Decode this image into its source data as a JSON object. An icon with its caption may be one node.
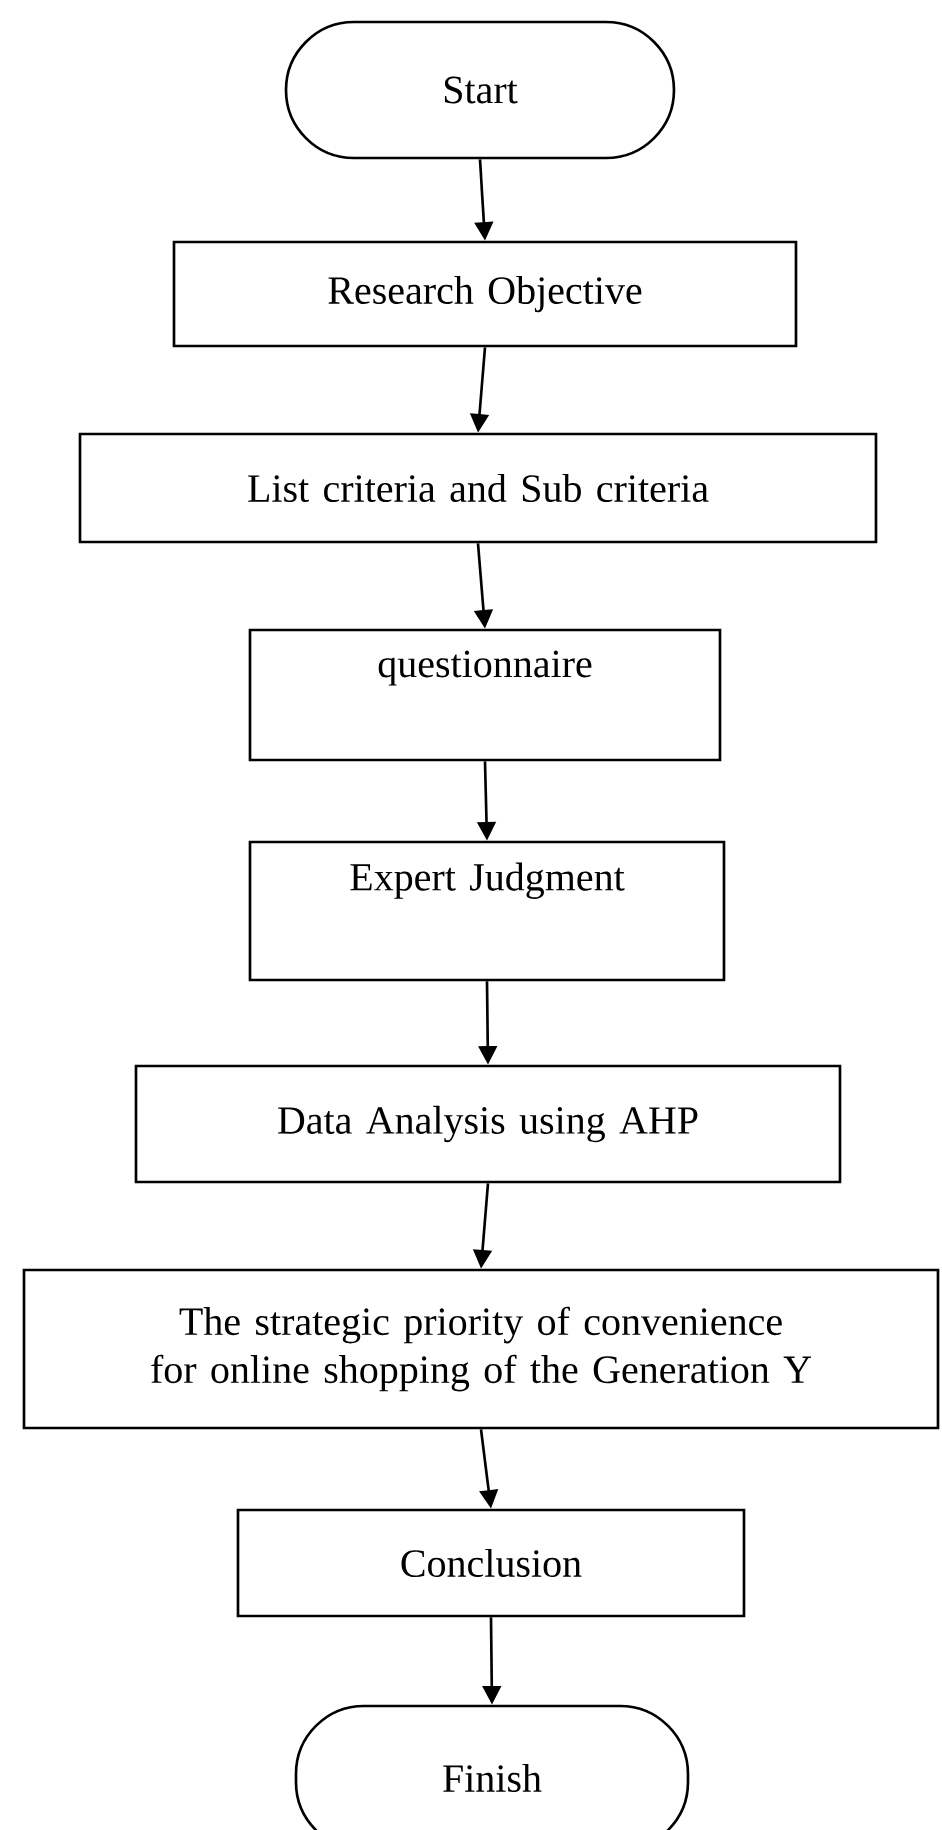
{
  "diagram": {
    "nodes": [
      {
        "text": [
          "Start"
        ]
      },
      {
        "text": [
          "Research Objective"
        ]
      },
      {
        "text": [
          "List criteria and Sub criteria"
        ]
      },
      {
        "text": [
          "questionnaire"
        ]
      },
      {
        "text": [
          "Expert Judgment"
        ]
      },
      {
        "text": [
          "Data Analysis using AHP"
        ]
      },
      {
        "text": [
          "The strategic priority of convenience for online shopping of the Generation Y"
        ]
      },
      {
        "text": [
          "Conclusion"
        ]
      },
      {
        "text": [
          "Finish"
        ]
      }
    ],
    "edges": [
      {
        "from": 0,
        "to": 1,
        "arrow": "to"
      },
      {
        "from": 1,
        "to": 2,
        "arrow": "to"
      },
      {
        "from": 2,
        "to": 3,
        "arrow": "to"
      },
      {
        "from": 3,
        "to": 4,
        "arrow": "to"
      },
      {
        "from": 4,
        "to": 5,
        "arrow": "to"
      },
      {
        "from": 5,
        "to": 6,
        "arrow": "to"
      },
      {
        "from": 6,
        "to": 7,
        "arrow": "to"
      },
      {
        "from": 7,
        "to": 8,
        "arrow": "to"
      }
    ]
  }
}
